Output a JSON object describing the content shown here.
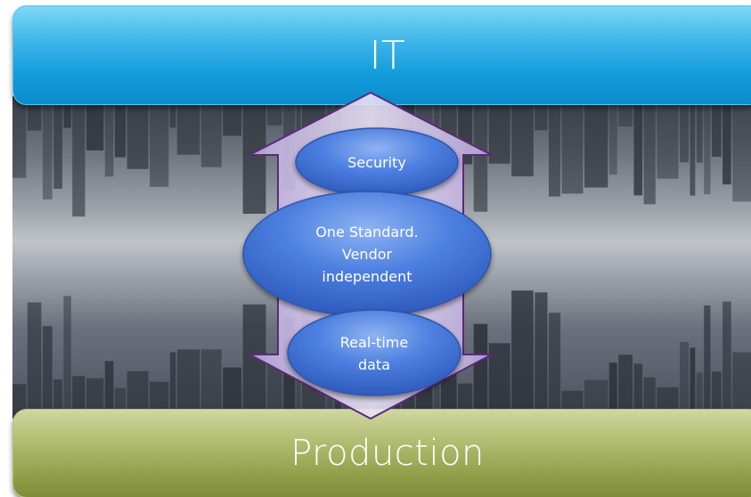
{
  "top_banner": {
    "label": "IT"
  },
  "bottom_banner": {
    "label": "Production"
  },
  "ovals": [
    {
      "label": "Security"
    },
    {
      "label": "One Standard.\nVendor\nindependent"
    },
    {
      "label": "Real-time\ndata"
    }
  ],
  "colors": {
    "it_blue": "#129bdb",
    "production_olive": "#8d9b45",
    "oval_blue": "#3f73d6",
    "arrow_fill": "#d3c8ea",
    "arrow_outline": "#5b2a7a"
  }
}
